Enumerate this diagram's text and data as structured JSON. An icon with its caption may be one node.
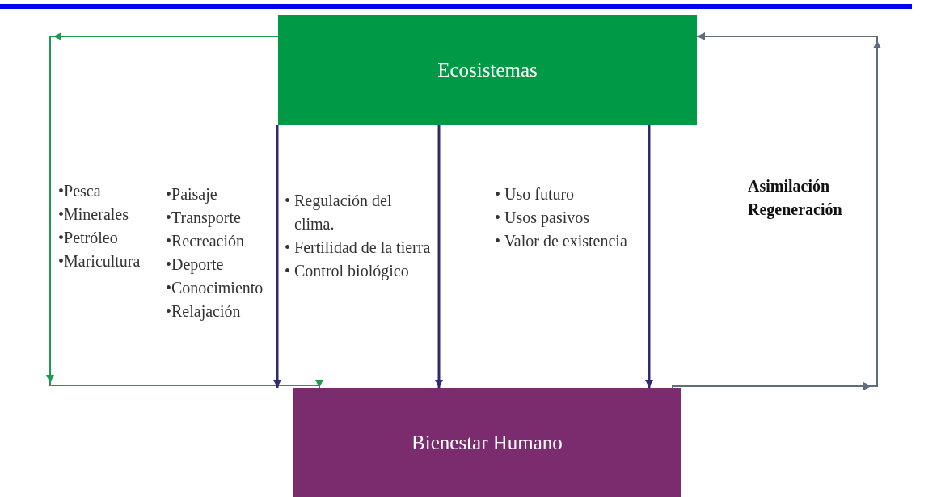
{
  "diagram": {
    "nodes": [
      {
        "text": [
          "Ecosistemas"
        ]
      },
      {
        "text": [
          "Bienestar Humano"
        ]
      }
    ],
    "edges": [
      {
        "from": 0,
        "to": 1,
        "arrow": "to",
        "color": "#1e9a4e"
      },
      {
        "from": 0,
        "to": 1,
        "arrow": "to"
      },
      {
        "from": 0,
        "to": 1,
        "arrow": "to"
      },
      {
        "from": 0,
        "to": 1,
        "arrow": "to"
      },
      {
        "from": 1,
        "to": 0,
        "arrow": "to",
        "color": "#5f6e7c"
      }
    ],
    "labels": [
      "•Pesca",
      "•Minerales",
      "•Petróleo",
      "•Maricultura",
      "•Paisaje",
      "•Transporte",
      "•Recreación",
      "•Deporte",
      "•Conocimiento",
      "•Relajación",
      "• Regulación del clima.",
      "• Fertilidad de la tierra",
      "• Control biológico",
      "• Uso futuro",
      "• Usos pasivos",
      "• Valor de existencia",
      "Asimilación",
      "Regeneración"
    ]
  }
}
